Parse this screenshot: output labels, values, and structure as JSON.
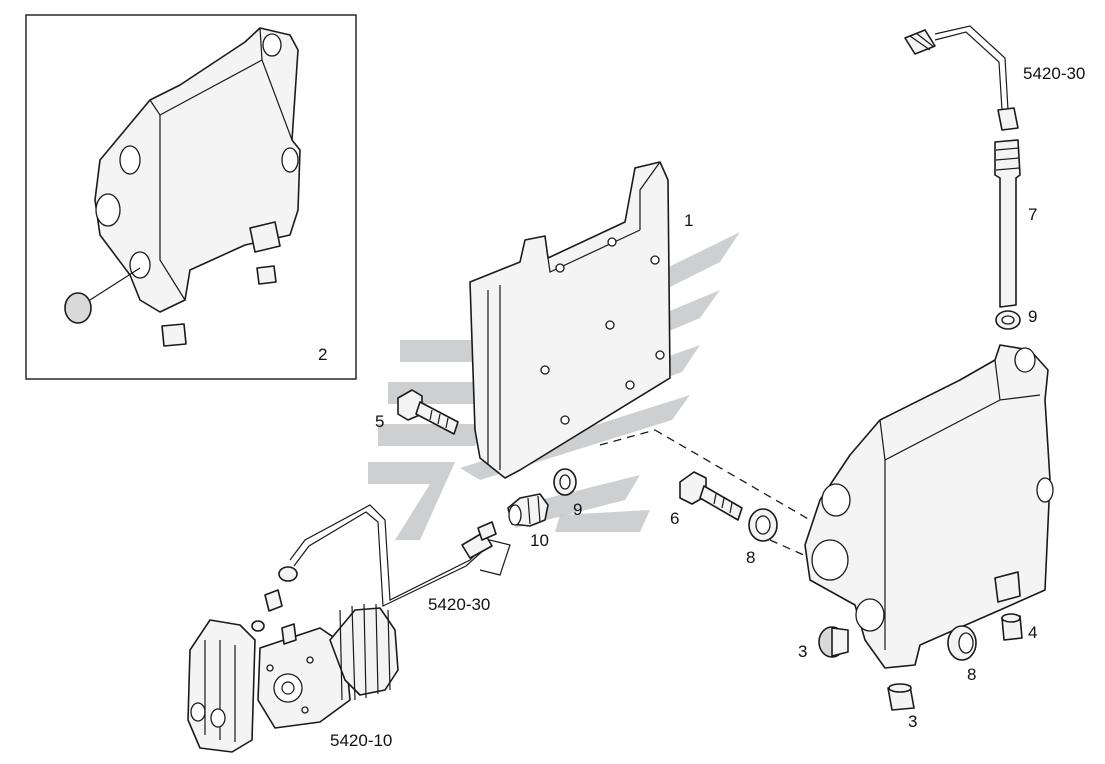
{
  "callouts": {
    "c1": "1",
    "c2": "2",
    "c3a": "3",
    "c3b": "3",
    "c4": "4",
    "c5": "5",
    "c6": "6",
    "c7": "7",
    "c8a": "8",
    "c8b": "8",
    "c9a": "9",
    "c9b": "9",
    "c10": "10",
    "ref_pipe_top": "5420-30",
    "ref_pipe_mid": "5420-30",
    "ref_pump": "5420-10"
  },
  "colors": {
    "line": "#1a1a1a",
    "fill": "#f4f4f4",
    "watermark": "#c4c7c9",
    "background": "#ffffff"
  }
}
